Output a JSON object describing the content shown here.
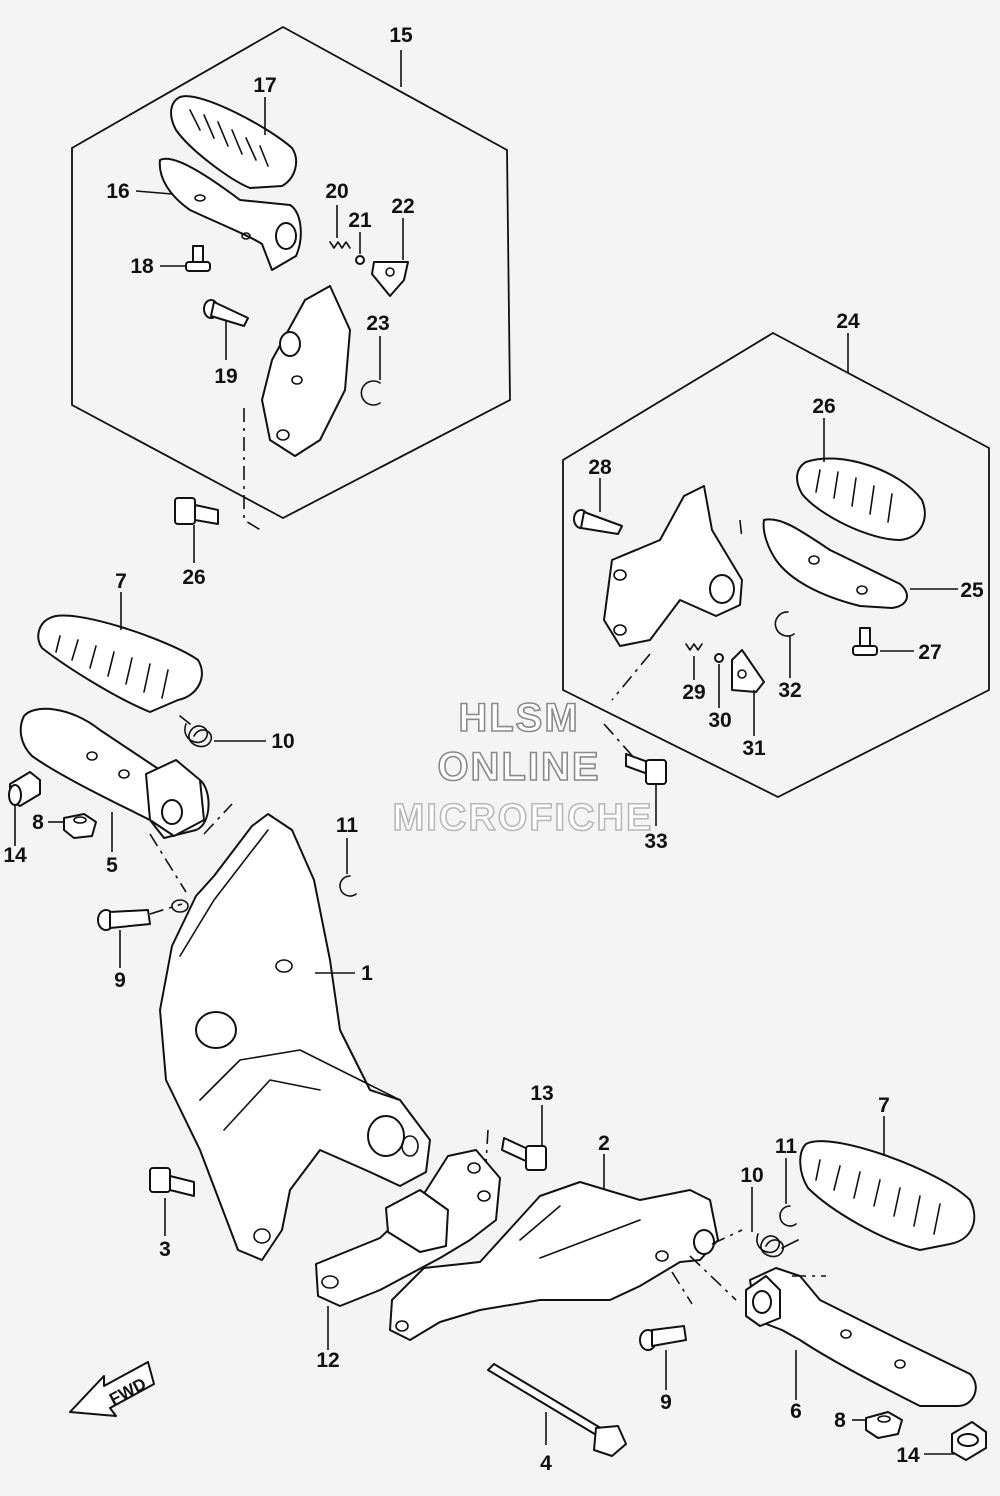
{
  "diagram": {
    "callouts": {
      "c15": "15",
      "c17": "17",
      "c16": "16",
      "c20": "20",
      "c21": "21",
      "c22": "22",
      "c18": "18",
      "c23": "23",
      "c19": "19",
      "c26a": "26",
      "c24": "24",
      "c26b": "26",
      "c28": "28",
      "c25": "25",
      "c27": "27",
      "c29": "29",
      "c32": "32",
      "c30": "30",
      "c31": "31",
      "c33": "33",
      "c7a": "7",
      "c10a": "10",
      "c14a": "14",
      "c8a": "8",
      "c5": "5",
      "c11a": "11",
      "c9a": "9",
      "c1": "1",
      "c3": "3",
      "c13": "13",
      "c2": "2",
      "c7b": "7",
      "c11b": "11",
      "c10b": "10",
      "c12": "12",
      "c9b": "9",
      "c6": "6",
      "c8b": "8",
      "c4": "4",
      "c14b": "14"
    },
    "watermark": {
      "line1": "HLSM",
      "line2": "ONLINE",
      "line3": "MICROFICHE"
    },
    "direction_label": "FWD"
  }
}
